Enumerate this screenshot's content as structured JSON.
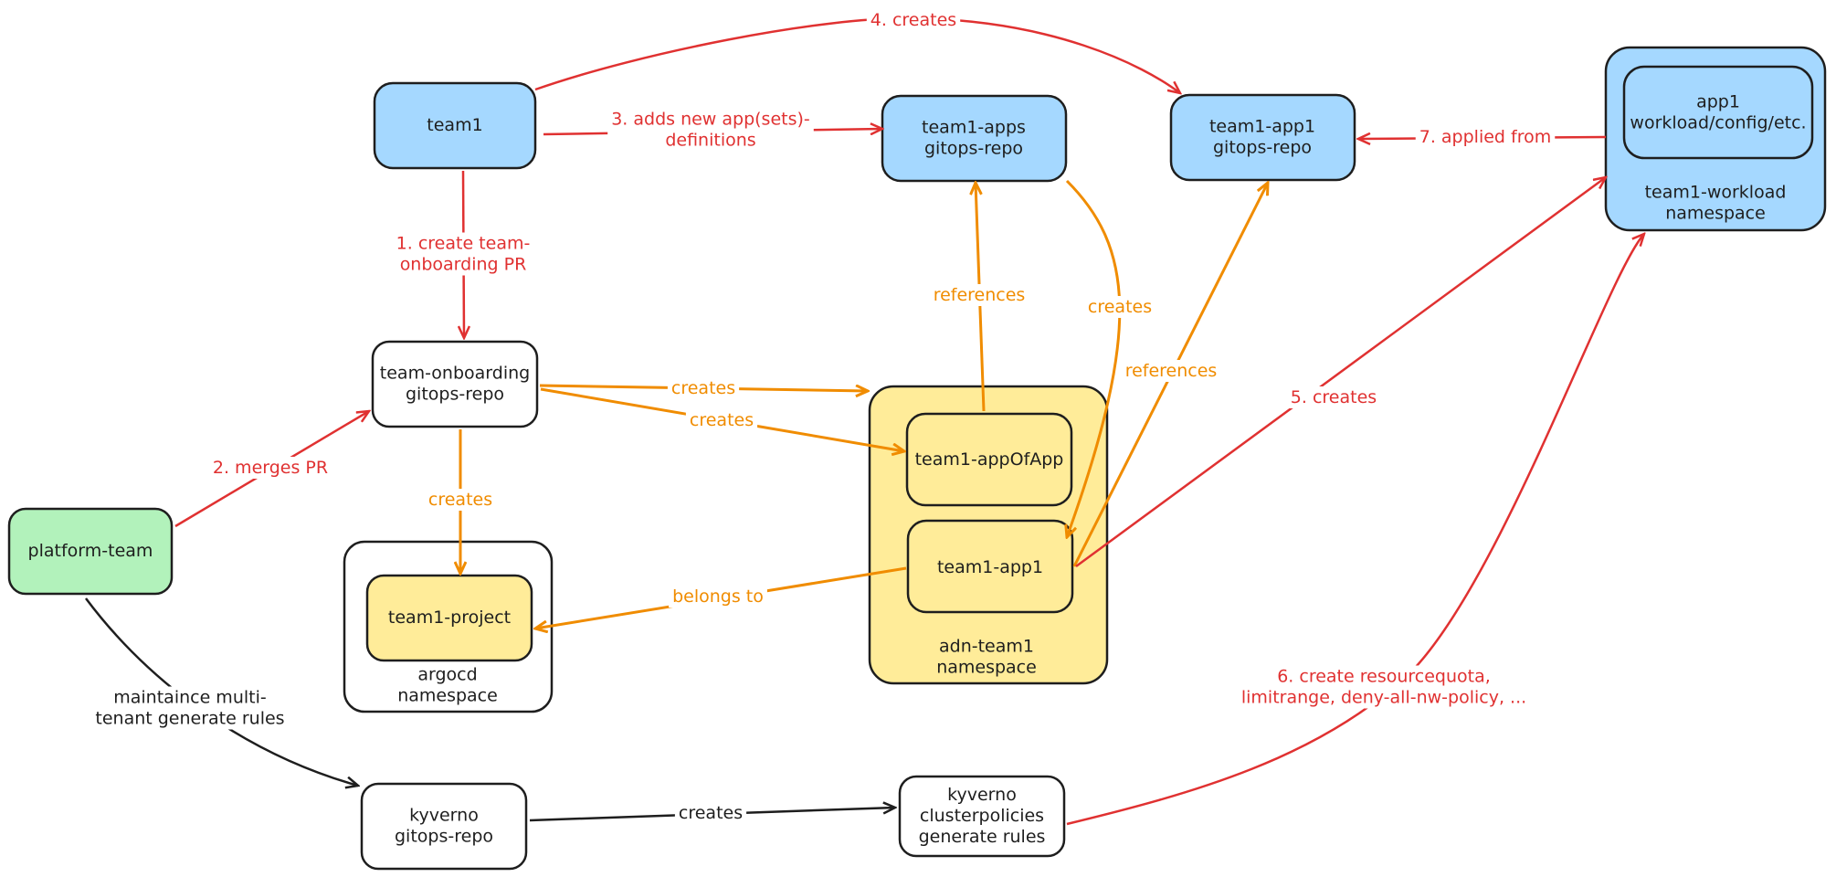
{
  "colors": {
    "blue_fill": "#a5d8ff",
    "yellow_fill": "#ffec99",
    "green_fill": "#b2f2bb",
    "white_fill": "#ffffff",
    "stroke": "#1e1e1e",
    "red": "#e03131",
    "orange": "#f08c00"
  },
  "nodes": {
    "team1": [
      "team1"
    ],
    "team1_apps": [
      "team1-apps",
      "gitops-repo"
    ],
    "team1_app1_repo": [
      "team1-app1",
      "gitops-repo"
    ],
    "app1_workload": [
      "app1",
      "workload/config/etc."
    ],
    "team1_workload_ns": [
      "team1-workload",
      "namespace"
    ],
    "team_onboarding": [
      "team-onboarding",
      "gitops-repo"
    ],
    "platform_team": [
      "platform-team"
    ],
    "team1_project": [
      "team1-project"
    ],
    "argocd_ns": [
      "argocd",
      "namespace"
    ],
    "team1_appofapp": [
      "team1-appOfApp"
    ],
    "team1_app1": [
      "team1-app1"
    ],
    "adn_team1_ns": [
      "adn-team1",
      "namespace"
    ],
    "kyverno_repo": [
      "kyverno",
      "gitops-repo"
    ],
    "kyverno_policies": [
      "kyverno",
      "clusterpolicies",
      "generate rules"
    ]
  },
  "edges": {
    "creates_4": [
      "4. creates"
    ],
    "adds_3": [
      "3. adds new app(sets)-",
      "definitions"
    ],
    "applied_7": [
      "7. applied from"
    ],
    "onboarding_1": [
      "1. create team-",
      "onboarding PR"
    ],
    "merges_2": [
      "2. merges PR"
    ],
    "references_apps": [
      "references"
    ],
    "creates_from_apps": [
      "creates"
    ],
    "references_app1": [
      "references"
    ],
    "creates_5": [
      "5. creates"
    ],
    "creates_ns": [
      "creates"
    ],
    "creates_appofapp": [
      "creates"
    ],
    "creates_project": [
      "creates"
    ],
    "belongs_to": [
      "belongs to"
    ],
    "maintaince": [
      "maintaince multi-",
      "tenant generate rules"
    ],
    "creates_kyverno": [
      "creates"
    ],
    "create_6": [
      "6. create resourcequota,",
      "limitrange, deny-all-nw-policy, ..."
    ]
  }
}
